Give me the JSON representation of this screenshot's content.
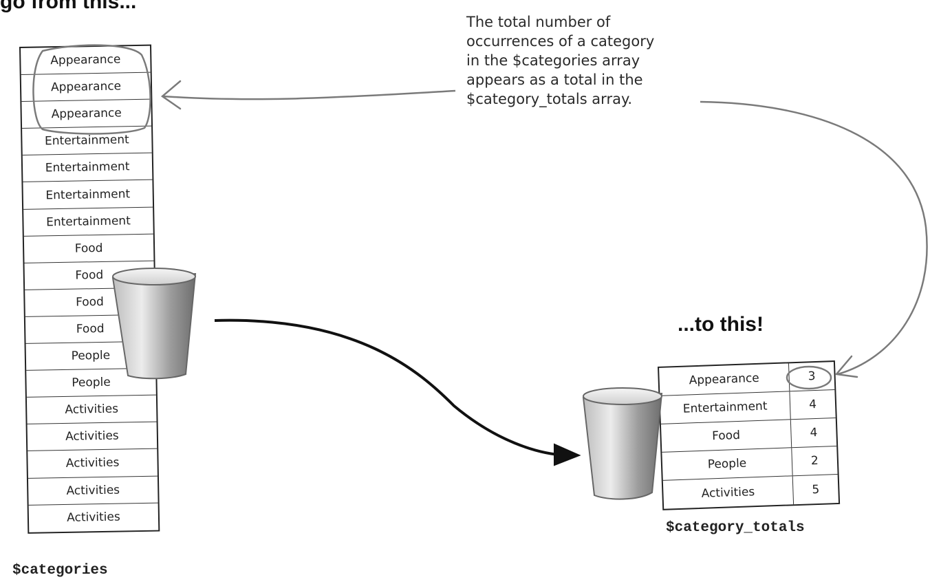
{
  "heading_left": "go from this...",
  "heading_right": "...to this!",
  "annotation_lines": [
    "The total number of",
    "occurrences of a category",
    "in the $categories array",
    "appears as a total in the",
    "$category_totals array."
  ],
  "categories_array": {
    "name": "$categories",
    "values": [
      "Appearance",
      "Appearance",
      "Appearance",
      "Entertainment",
      "Entertainment",
      "Entertainment",
      "Entertainment",
      "Food",
      "Food",
      "Food",
      "Food",
      "People",
      "People",
      "Activities",
      "Activities",
      "Activities",
      "Activities",
      "Activities"
    ]
  },
  "category_totals_array": {
    "name": "$category_totals",
    "rows": [
      {
        "key": "Appearance",
        "value": "3"
      },
      {
        "key": "Entertainment",
        "value": "4"
      },
      {
        "key": "Food",
        "value": "4"
      },
      {
        "key": "People",
        "value": "2"
      },
      {
        "key": "Activities",
        "value": "5"
      }
    ]
  },
  "icons": [
    "cup-icon"
  ],
  "colors": {
    "ink": "#222222",
    "annotation_arrow": "#7a7a7a",
    "cup": "#9a9a9a"
  }
}
